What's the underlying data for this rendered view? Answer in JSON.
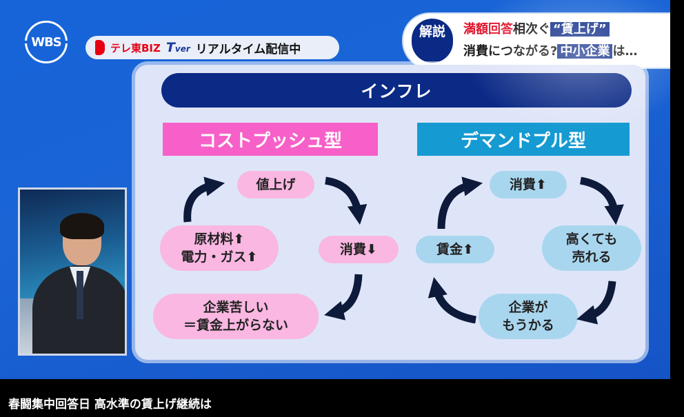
{
  "logo": {
    "text": "WBS"
  },
  "stream": {
    "broadcaster": "テレ東BIZ",
    "service_main": "T",
    "service_sub": "ver",
    "label": "リアルタイム配信中"
  },
  "topic": {
    "badge": "解説",
    "line1_red": "満額回答",
    "line1_mid": "相次ぐ",
    "line1_hl": "“賃上げ”",
    "line2_pre": "消費につながる?",
    "line2_hl": "中小企業",
    "line2_post": "は…"
  },
  "diagram": {
    "header": "インフレ",
    "left": {
      "title": "コストプッシュ型",
      "node_top": "値上げ",
      "node_right": "消費⬇",
      "node_left_l1": "原材料⬆",
      "node_left_l2": "電力・ガス⬆",
      "node_bottom_l1": "企業苦しい",
      "node_bottom_l2": "＝賃金上がらない"
    },
    "right": {
      "title": "デマンドプル型",
      "node_top": "消費⬆",
      "node_right_l1": "高くても",
      "node_right_l2": "売れる",
      "node_left": "賃金⬆",
      "node_bottom_l1": "企業が",
      "node_bottom_l2": "もうかる"
    }
  },
  "caption": "春闘集中回答日 高水準の賃上げ継続は",
  "colors": {
    "navy": "#0b2a86",
    "pink": "#f760c8",
    "blue": "#159ad2",
    "arrow": "#0d1a3a"
  }
}
